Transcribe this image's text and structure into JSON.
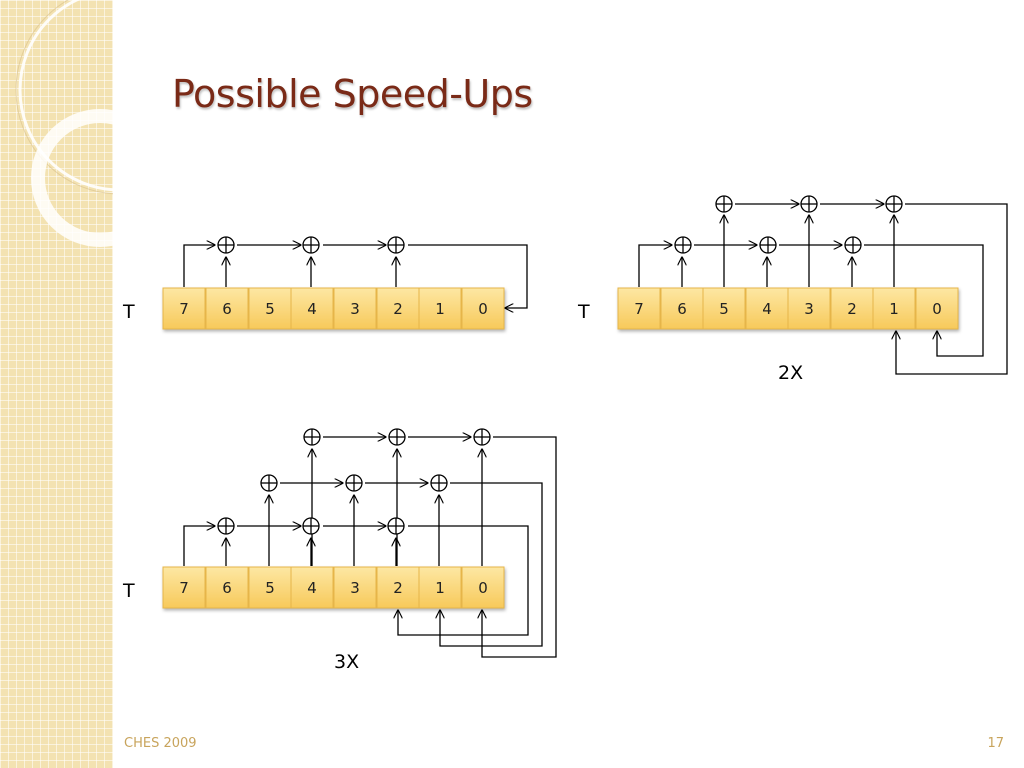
{
  "slide": {
    "title": "Possible Speed-Ups"
  },
  "footer": {
    "left": "CHES 2009",
    "right": "17"
  },
  "diagrams": [
    {
      "input_label": "T",
      "speed_label": "",
      "cells": [
        "7",
        "6",
        "5",
        "4",
        "3",
        "2",
        "1",
        "0"
      ]
    },
    {
      "input_label": "T",
      "speed_label": "2X",
      "cells": [
        "7",
        "6",
        "5",
        "4",
        "3",
        "2",
        "1",
        "0"
      ]
    },
    {
      "input_label": "T",
      "speed_label": "3X",
      "cells": [
        "7",
        "6",
        "5",
        "4",
        "3",
        "2",
        "1",
        "0"
      ]
    }
  ],
  "colors": {
    "title": "#7a2a17",
    "cell_fill": "#fbd97a",
    "footer": "#c8a45c",
    "band": "#f3e2b1"
  }
}
